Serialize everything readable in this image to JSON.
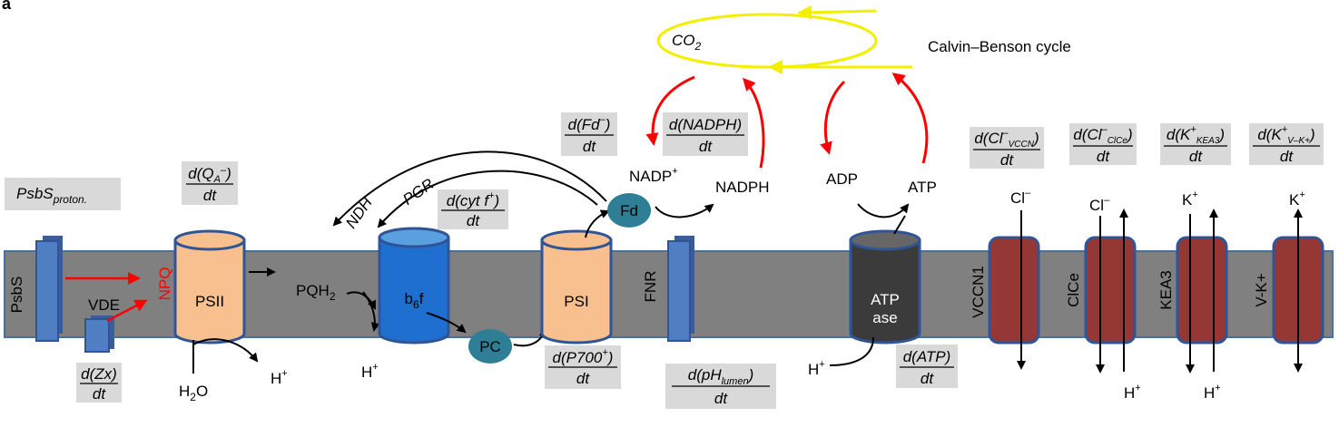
{
  "panel_letter": "a",
  "colors": {
    "membrane": "#808080",
    "blue_protein": "#4f7ec3",
    "psii_psi": "#f8c08e",
    "b6f": "#1e6fcf",
    "carrier": "#2e7f95",
    "atpase": "#3b3b3b",
    "transporter": "#953735",
    "cycle": "#f2f000",
    "red_arrow": "#ff0000",
    "rate_box": "#d9d9d9"
  },
  "cycle": {
    "center_label": "CO",
    "center_sub": "2",
    "name": "Calvin–Benson cycle"
  },
  "proteins": {
    "psbs": "PsbS",
    "vde": "VDE",
    "npq": "NPQ",
    "psii": "PSII",
    "b6f_main": "b",
    "b6f_sub": "6",
    "b6f_tail": "f",
    "psi": "PSI",
    "fnr": "FNR",
    "atpase_line1": "ATP",
    "atpase_line2": "ase",
    "pc": "PC",
    "fd": "Fd",
    "vccn1": "VCCN1",
    "clce": "ClCe",
    "kea3": "KEA3",
    "vk": "V-K+"
  },
  "species": {
    "pqh2_main": "PQH",
    "pqh2_sub": "2",
    "h2o_main": "H",
    "h2o_sub": "2",
    "h2o_tail": "O",
    "h_main": "H",
    "h_sup": "+",
    "nadp_main": "NADP",
    "nadp_sup": "+",
    "nadph": "NADPH",
    "adp": "ADP",
    "atp": "ATP",
    "cl_main": "Cl",
    "cl_sup": "–",
    "k_main": "K",
    "k_sup": "+"
  },
  "pathways": {
    "ndh": "NDH",
    "pgr": "PGR"
  },
  "rates": {
    "psbs_proton": {
      "main": "PsbS",
      "sub": "proton."
    },
    "d": "d",
    "dt": "dt",
    "qa": {
      "open": "(Q",
      "sub": "A",
      "sup": "–",
      "close": ")"
    },
    "zx": {
      "text": "(Zx)"
    },
    "cytf": {
      "open": "(cyt f",
      "sup": "+",
      "close": ")"
    },
    "fd": {
      "open": "(Fd",
      "sup": "–",
      "close": ")"
    },
    "nadph": {
      "text": "(NADPH)"
    },
    "p700": {
      "open": "(P700",
      "sup": "+",
      "close": ")"
    },
    "ph": {
      "open": "(pH",
      "sub": "lumen",
      "close": ")"
    },
    "atp": {
      "text": "(ATP)"
    },
    "cl_vccn": {
      "open": "(Cl",
      "sup": "–",
      "sub": "VCCN",
      "close": ")"
    },
    "cl_clce": {
      "open": "(Cl",
      "sup": "–",
      "sub": "ClCe",
      "close": ")"
    },
    "k_kea3": {
      "open": "(K",
      "sup": "+",
      "sub": "KEA3",
      "close": ")"
    },
    "k_vk": {
      "open": "(K",
      "sup": "+",
      "sub": "V–K+",
      "close": ")"
    }
  }
}
